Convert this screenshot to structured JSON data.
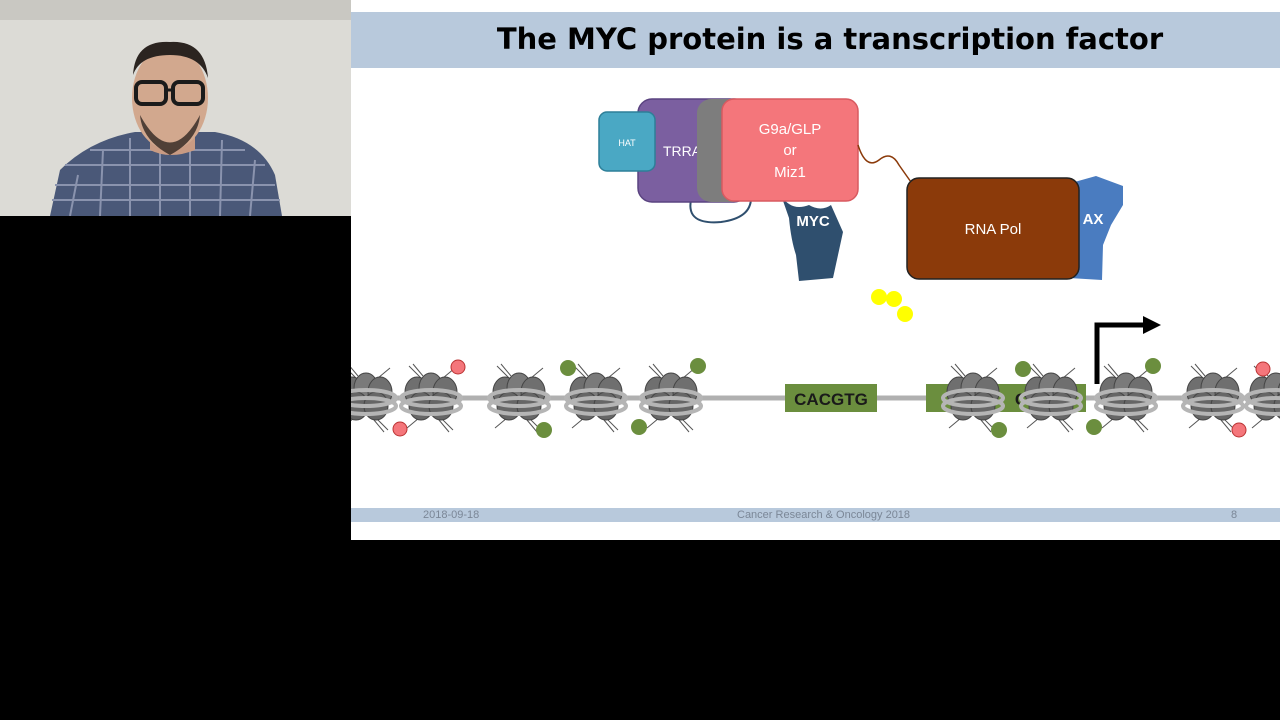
{
  "slide": {
    "title": "The MYC protein is a transcription factor",
    "footer": {
      "date": "2018-09-18",
      "event": "Cancer Research & Oncology 2018",
      "page": "8"
    }
  },
  "diagram": {
    "hat_label": "HAT",
    "trrap_label": "TRRA",
    "g9a_label_line1": "G9a/GLP",
    "g9a_label_line2": "or",
    "g9a_label_line3": "Miz1",
    "myc_label": "MYC",
    "rna_pol_label": "RNA Pol",
    "max_label": "AX",
    "ebox_label": "CACGTG",
    "ebox2_label": "C",
    "colors": {
      "hat": "#4aa8c4",
      "trrap": "#7b5fa0",
      "grey_protein": "#7d7d7d",
      "g9a": "#f4767b",
      "myc": "#2f4f6e",
      "rna_pol": "#8b3a0a",
      "max": "#4a7cc0",
      "ebox": "#6b8e3e",
      "green_mark": "#6b8e3e",
      "red_mark": "#f4767b",
      "ligand": "#ffff00"
    }
  }
}
